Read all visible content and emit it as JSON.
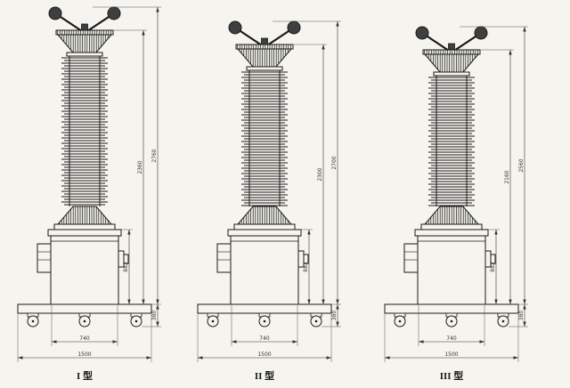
{
  "drawing": {
    "background": "#f5f4ee",
    "line_color": "#1a1a1a",
    "dim_color": "#333333",
    "units": [
      {
        "id": "type-1",
        "label": "I 型",
        "dims": {
          "overall_height": "2760",
          "body_height": "2360",
          "tank_height": "882",
          "base_height": "380",
          "tank_width": "740",
          "base_width": "1500"
        }
      },
      {
        "id": "type-2",
        "label": "II 型",
        "dims": {
          "overall_height": "2700",
          "body_height": "2300",
          "tank_height": "882",
          "base_height": "380",
          "tank_width": "740",
          "base_width": "1500"
        }
      },
      {
        "id": "type-3",
        "label": "III 型",
        "dims": {
          "overall_height": "2560",
          "body_height": "2160",
          "tank_height": "882",
          "base_height": "380",
          "tank_width": "740",
          "base_width": "1500"
        }
      }
    ]
  }
}
